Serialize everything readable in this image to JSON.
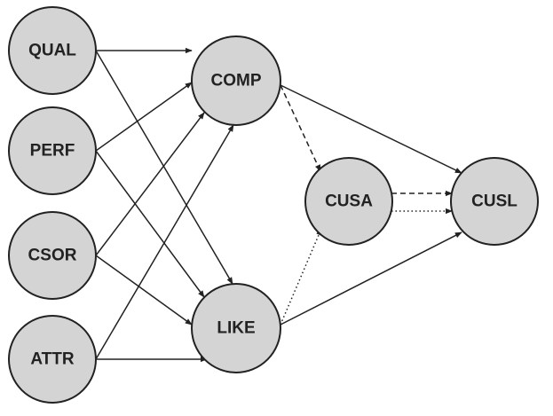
{
  "nodes": {
    "qual": {
      "label": "QUAL"
    },
    "perf": {
      "label": "PERF"
    },
    "csor": {
      "label": "CSOR"
    },
    "attr": {
      "label": "ATTR"
    },
    "comp": {
      "label": "COMP"
    },
    "like": {
      "label": "LIKE"
    },
    "cusa": {
      "label": "CUSA"
    },
    "cusl": {
      "label": "CUSL"
    }
  },
  "edges": [
    {
      "from": "QUAL",
      "to": "COMP",
      "style": "solid"
    },
    {
      "from": "QUAL",
      "to": "LIKE",
      "style": "solid"
    },
    {
      "from": "PERF",
      "to": "COMP",
      "style": "solid"
    },
    {
      "from": "PERF",
      "to": "LIKE",
      "style": "solid"
    },
    {
      "from": "CSOR",
      "to": "COMP",
      "style": "solid"
    },
    {
      "from": "CSOR",
      "to": "LIKE",
      "style": "solid"
    },
    {
      "from": "ATTR",
      "to": "COMP",
      "style": "solid"
    },
    {
      "from": "ATTR",
      "to": "LIKE",
      "style": "solid"
    },
    {
      "from": "COMP",
      "to": "CUSL",
      "style": "solid"
    },
    {
      "from": "COMP",
      "to": "CUSA",
      "style": "dashed"
    },
    {
      "from": "LIKE",
      "to": "CUSL",
      "style": "solid"
    },
    {
      "from": "LIKE",
      "to": "CUSA",
      "style": "dotted"
    },
    {
      "from": "CUSA",
      "to": "CUSL",
      "style": "dashed"
    },
    {
      "from": "CUSA",
      "to": "CUSL",
      "style": "dotted"
    }
  ]
}
